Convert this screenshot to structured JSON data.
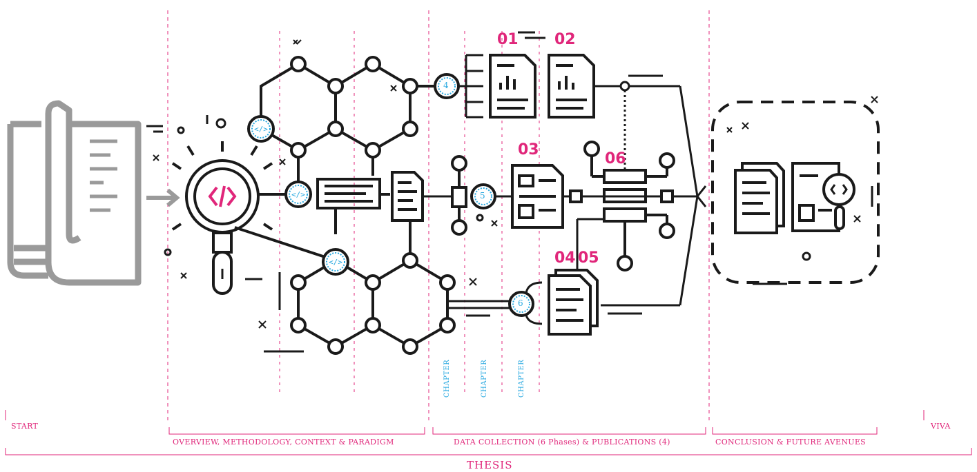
{
  "labels": {
    "start": "START",
    "overview": "OVERVIEW, METHODOLOGY, CONTEXT & PARADIGM",
    "data_collection": "DATA COLLECTION (6 Phases) & PUBLICATIONS (4)",
    "conclusion": "CONCLUSION & FUTURE AVENUES",
    "viva": "VIVA",
    "thesis": "THESIS"
  },
  "chapters": [
    "CHAPTER",
    "CHAPTER",
    "CHAPTER"
  ],
  "doc_numbers": [
    "01",
    "02",
    "03",
    "04",
    "05",
    "06"
  ],
  "phase_numbers": [
    "4",
    "5",
    "6"
  ],
  "colors": {
    "accent": "#e0267a",
    "blue": "#29a9e0",
    "ink": "#1a1a1a",
    "grey": "#9a9a9a"
  },
  "icons": [
    "book-icon",
    "magnifier-icon",
    "code-icon",
    "hexagon-network-icon",
    "document-icon",
    "server-icon",
    "monitor-icon"
  ]
}
